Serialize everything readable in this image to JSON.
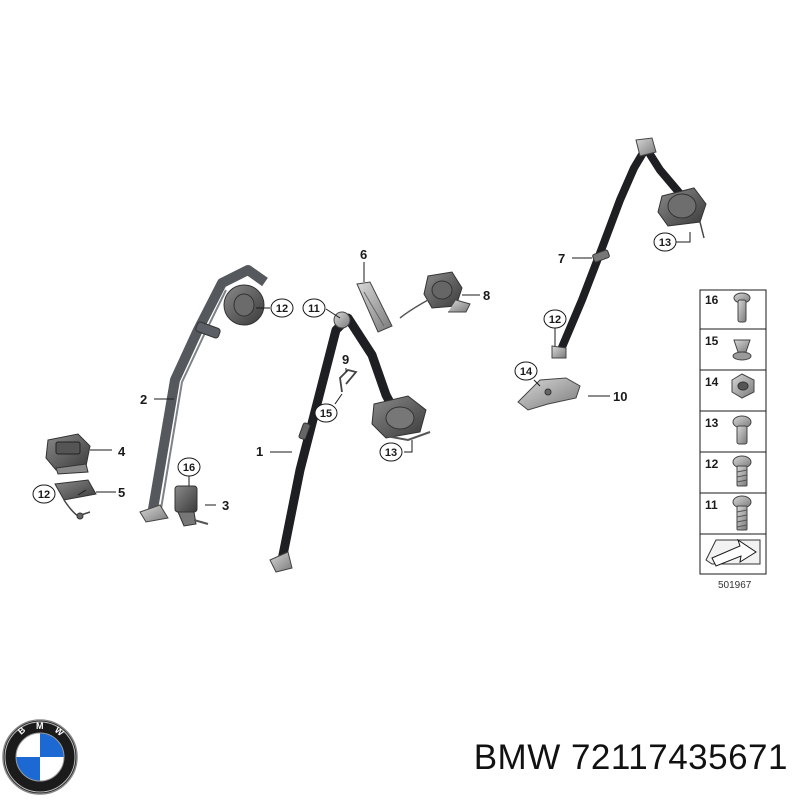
{
  "callouts": {
    "c1": "1",
    "c2": "2",
    "c3": "3",
    "c4": "4",
    "c5": "5",
    "c6": "6",
    "c7": "7",
    "c8": "8",
    "c9": "9",
    "c10": "10",
    "c11": "11",
    "c12a": "12",
    "c12b": "12",
    "c12c": "12",
    "c13a": "13",
    "c13b": "13",
    "c14": "14",
    "c15": "15",
    "c16": "16"
  },
  "legend": {
    "items": [
      "16",
      "15",
      "14",
      "13",
      "12",
      "11"
    ],
    "diagram_id": "501967"
  },
  "footer": {
    "brand": "BMW",
    "part_number": "72117435671"
  },
  "logo": {
    "letters": [
      "B",
      "M",
      "W"
    ],
    "blue": "#1c69d4",
    "ring": "#111111"
  }
}
